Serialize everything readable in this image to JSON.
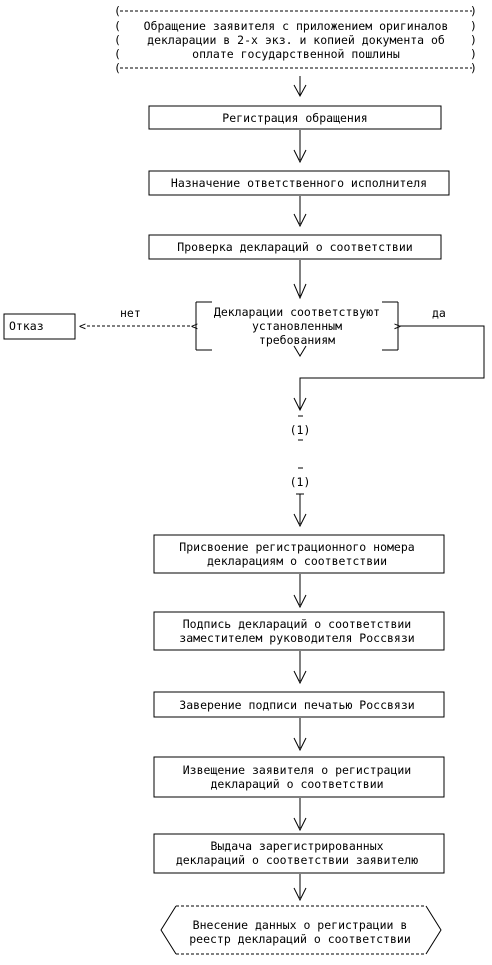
{
  "flowchart": {
    "start": {
      "lines": [
        "Обращение заявителя с приложением оригиналов",
        "декларации в 2-х экз. и копией документа об",
        "оплате государственной пошлины"
      ]
    },
    "steps": {
      "registration": {
        "lines": [
          "Регистрация обращения"
        ]
      },
      "assign": {
        "lines": [
          "Назначение ответственного исполнителя"
        ]
      },
      "check": {
        "lines": [
          "Проверка деклараций о соответствии"
        ]
      },
      "decision": {
        "lines": [
          "Декларации соответствуют",
          "установленным",
          "требованиям"
        ]
      },
      "refusal": {
        "lines": [
          "Отказ"
        ]
      },
      "number": {
        "lines": [
          "Присвоение регистрационного номера",
          "декларациям о соответствии"
        ]
      },
      "sign": {
        "lines": [
          "Подпись деклараций о соответствии",
          "заместителем руководителя Россвязи"
        ]
      },
      "seal": {
        "lines": [
          "Заверение подписи печатью Россвязи"
        ]
      },
      "notify": {
        "lines": [
          "Извещение заявителя о регистрации",
          "деклараций о соответствии"
        ]
      },
      "issue": {
        "lines": [
          "Выдача зарегистрированных",
          "деклараций о соответствии заявителю"
        ]
      }
    },
    "end": {
      "lines": [
        "Внесение данных о регистрации в",
        "реестр деклараций о соответствии"
      ]
    },
    "labels": {
      "no": "нет",
      "yes": "да",
      "connector": "(1)"
    }
  }
}
